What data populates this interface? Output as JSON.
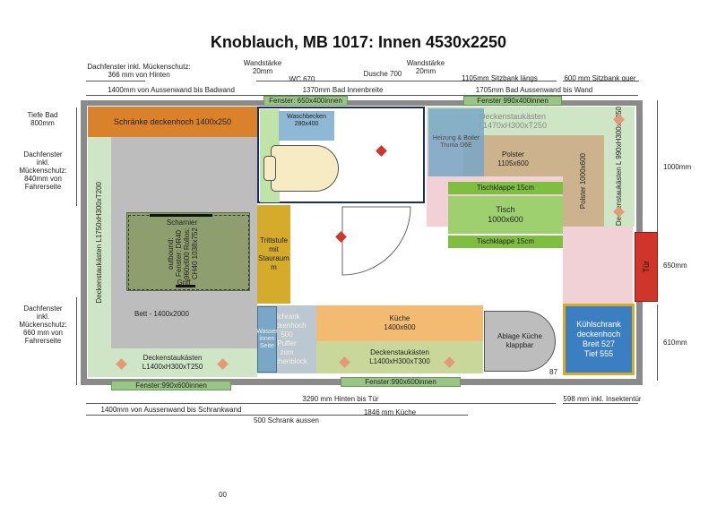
{
  "title": "Knoblauch, MB 1017: Innen 4530x2250",
  "top_dims": {
    "dachfenster_hinten": "Dachfenster inkl. Mückenschutz:",
    "dachfenster_hinten_2": "366 mm von Hinten",
    "wandstaerke_1": "Wandstärke",
    "wandstaerke_1b": "20mm",
    "wc": "WC 670",
    "dusche": "Dusche 700",
    "wandstaerke_2": "Wandstärke",
    "wandstaerke_2b": "20mm",
    "sitzbank_laengs": "1105mm Sitzbank längs",
    "sitzbank_quer": "600 mm Sitzbank quer",
    "aussenwand_badwand": "1400mm von Aussenwand bis Badwand",
    "bad_innenbreite": "1370mm Bad Innenbreite",
    "bad_aussenwand_wand": "1705mm Bad Aussenwand bis Wand"
  },
  "left_dims": {
    "tiefe_bad": "Tiefe Bad",
    "tiefe_bad_2": "800mm",
    "dach_fahrer_1": "Dachfenster",
    "dach_fahrer_2": "inkl.",
    "dach_fahrer_3": "Mückenschutz:",
    "dach_fahrer_4": "840mm von",
    "dach_fahrer_5": "Fahrerseite",
    "dach_660_1": "Dachfenster",
    "dach_660_2": "inkl.",
    "dach_660_3": "Mückenschutz:",
    "dach_660_4": "660 mm von",
    "dach_660_5": "Fahrerseite"
  },
  "right_dims": {
    "d1000": "1000mm",
    "d650": "650mm",
    "d610": "610mm"
  },
  "bottom_dims": {
    "hinten_tuer": "3290 mm Hinten bis Tür",
    "insektentuer": "598 mm inkl. Insektentür",
    "aussenwand_schrank": "1400mm von Aussenwand bis Schrankwand",
    "schrank_aussen": "500 Schrank aussen",
    "kueche": "1846 mm Küche"
  },
  "rooms": {
    "fenster_top_left": "Fenster: 650x400innen",
    "fenster_top_right": "Fenster 990x400innen",
    "schraenke": "Schränke  deckenhoch 1400x250",
    "waschbecken_1": "Waschbecken",
    "waschbecken_2": "280x400",
    "deckenstau_top_1": "Deckenstaukästen",
    "deckenstau_top_2": "L1470xH300xT250",
    "heizung_1": "Heizung & Boiler",
    "heizung_2": "Truma D6E",
    "polster_1": "Polster",
    "polster_2": "1105x600",
    "polster_v": "Polster 1000x600",
    "deckenstau_right": "Deckenstaukästen L 990xH300xT250",
    "tischklappe_top": "Tischklappe 15cm",
    "tisch_1": "Tisch",
    "tisch_2": "1000x600",
    "tischklappe_bottom": "Tischklappe 15cm",
    "tuer": "Tür",
    "deckenstau_left": "Deckenstaukästen L1750xH300xT200",
    "scharnier": "Scharnier",
    "outbound": "outbound: Fenster: DR40 960x600 Rollos: CH40 1038x752",
    "griff": "Griff",
    "bett": "Bett - 1400x2000",
    "trittstufe_1": "Trittstufe",
    "trittstufe_2": "mit",
    "trittstufe_3": "Stauraum",
    "trittstufe_4": "m",
    "schrank_1": "Schrank",
    "schrank_2": "deckenhoch",
    "schrank_3": "500",
    "schrank_4": "Puffer",
    "schrank_5": "zum",
    "schrank_6": "Küchenblock",
    "wasser_1": "Wasser",
    "wasser_2": "innen",
    "wasser_3": "Seite",
    "kueche_1": "Küche",
    "kueche_2": "1400x600",
    "ablage_1": "Ablage Küche",
    "ablage_2": "klappbar",
    "kuehlschrank_1": "Kühlschrank",
    "kuehlschrank_2": "deckenhoch",
    "kuehlschrank_3": "Breit 527",
    "kuehlschrank_4": "Tief 555",
    "n87": "87",
    "deckenstau_bl_1": "Deckenstaukästen",
    "deckenstau_bl_2": "L1400xH300xT250",
    "deckenstau_bm_1": "Deckenstaukästen",
    "deckenstau_bm_2": "L1400xH300xT300",
    "fenster_bottom_left": "Fenster:990x600innen",
    "fenster_bottom_mid": "Fenster:990x600innen"
  },
  "footer": {
    "page": "00"
  },
  "colors": {
    "wall": "#8a8a8a",
    "schrank": "#d9822b",
    "olive": "#8f9e6e",
    "green": "#7fbf3f",
    "light_green": "#b9dc9a",
    "mint": "#cfe6c6",
    "tan": "#cdb38d",
    "blue": "#7aa7c7",
    "yellow": "#d4ab2a",
    "orange_light": "#f3bb72",
    "pink": "#f1d1d5",
    "red": "#d0352a",
    "kuehl": "#3b7fc2",
    "gray": "#bdbdbd"
  }
}
